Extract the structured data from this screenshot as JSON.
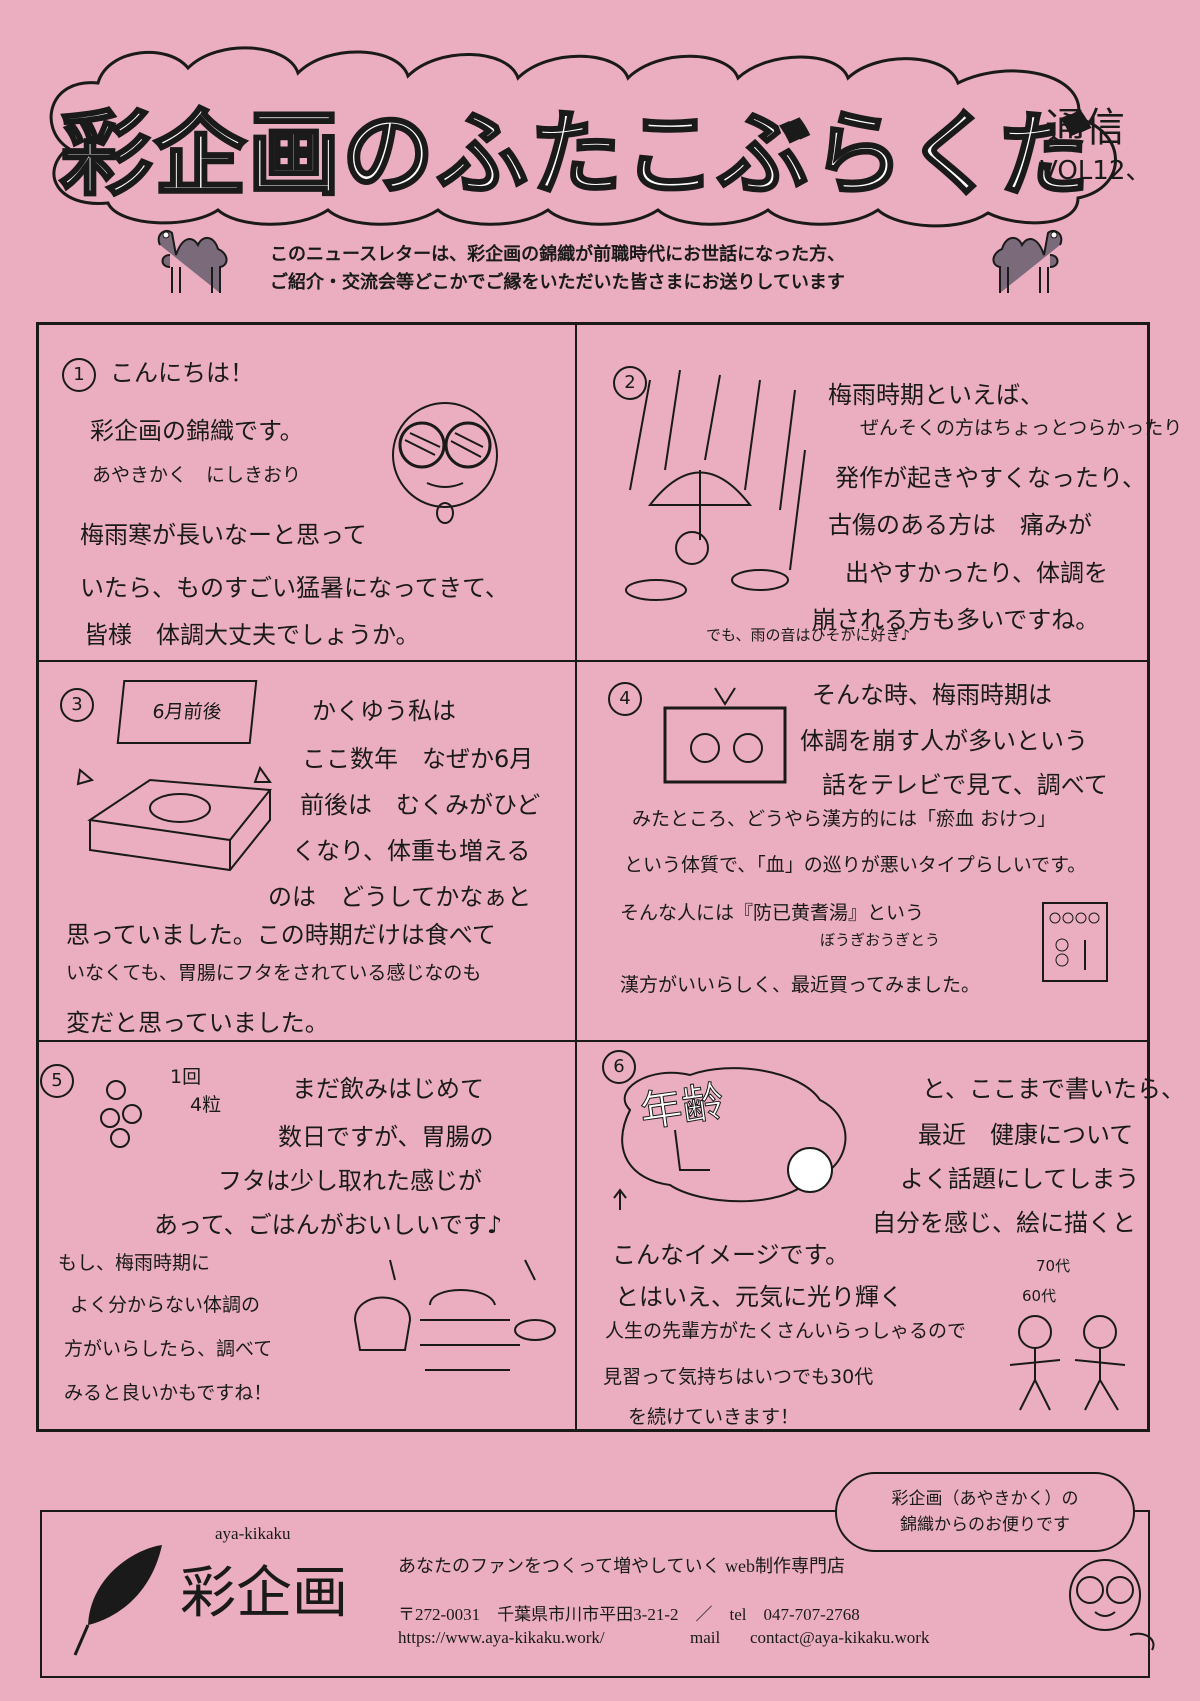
{
  "header": {
    "title": "彩企画のふたこぶらくだ",
    "subtitle_1": "通信",
    "subtitle_2": "VOL12、"
  },
  "intro": {
    "line_1": "このニュースレターは、彩企画の錦織が前職時代にお世話になった方、",
    "line_2": "ご紹介・交流会等どこかでご縁をいただいた皆さまにお送りしています"
  },
  "panels": {
    "p1": {
      "num": "1",
      "heading": "こんにちは！",
      "l1": "彩企画の錦織です。",
      "l2": "あやきかく　にしきおり",
      "l3": "梅雨寒が長いなーと思って",
      "l4": "いたら、ものすごい猛暑になってきて、",
      "l5": "皆様　体調大丈夫でしょうか。"
    },
    "p2": {
      "num": "2",
      "l1": "梅雨時期といえば、",
      "l2": "ぜんそくの方はちょっとつらかったり",
      "l3": "発作が起きやすくなったり、",
      "l4": "古傷のある方は　痛みが",
      "l5": "出やすかったり、体調を",
      "l6": "崩される方も多いですね。",
      "note": "でも、雨の音はひそかに好き♪"
    },
    "p3": {
      "num": "3",
      "tag": "6月前後",
      "l1": "かくゆう私は",
      "l2": "ここ数年　なぜか6月",
      "l3": "前後は　むくみがひど",
      "l4": "くなり、体重も増える",
      "l5": "のは　どうしてかなぁと",
      "l6": "思っていました。この時期だけは食べて",
      "l7": "いなくても、胃腸にフタをされている感じなのも",
      "l8": "変だと思っていました。"
    },
    "p4": {
      "num": "4",
      "l1": "そんな時、梅雨時期は",
      "l2": "体調を崩す人が多いという",
      "l3": "話をテレビで見て、調べて",
      "l4": "みたところ、どうやら漢方的には「瘀血 おけつ」",
      "l5": "という体質で、「血」の巡りが悪いタイプらしいです。",
      "l6": "そんな人には『防已黄耆湯』という",
      "l7": "ぼうぎおうぎとう",
      "l8": "漢方がいいらしく、最近買ってみました。"
    },
    "p5": {
      "num": "5",
      "dose": "1回",
      "dose2": "4粒",
      "l1": "まだ飲みはじめて",
      "l2": "数日ですが、胃腸の",
      "l3": "フタは少し取れた感じが",
      "l4": "あって、ごはんがおいしいです♪",
      "l5": "もし、梅雨時期に",
      "l6": "よく分からない体調の",
      "l7": "方がいらしたら、調べて",
      "l8": "みると良いかもですね！"
    },
    "p6": {
      "num": "6",
      "word": "年齢",
      "l1": "と、ここまで書いたら、",
      "l2": "最近　健康について",
      "l3": "よく話題にしてしまう",
      "l4": "自分を感じ、絵に描くと",
      "l5": "こんなイメージです。",
      "l6": "とはいえ、元気に光り輝く",
      "l7": "人生の先輩方がたくさんいらっしゃるので",
      "l8": "見習って気持ちはいつでも30代",
      "l9": "を続けていきます！",
      "age1": "70代",
      "age2": "60代"
    }
  },
  "footer": {
    "bubble_1": "彩企画（あやきかく）の",
    "bubble_2": "錦織からのお便りです",
    "brand_romaji": "aya-kikaku",
    "brand": "彩企画",
    "tagline": "あなたのファンをつくって増やしていく web制作専門店",
    "address": "〒272-0031　千葉県市川市平田3-21-2　／　tel　047-707-2768",
    "web": "https://www.aya-kikaku.work/",
    "mail_label": "mail",
    "mail": "contact@aya-kikaku.work"
  }
}
